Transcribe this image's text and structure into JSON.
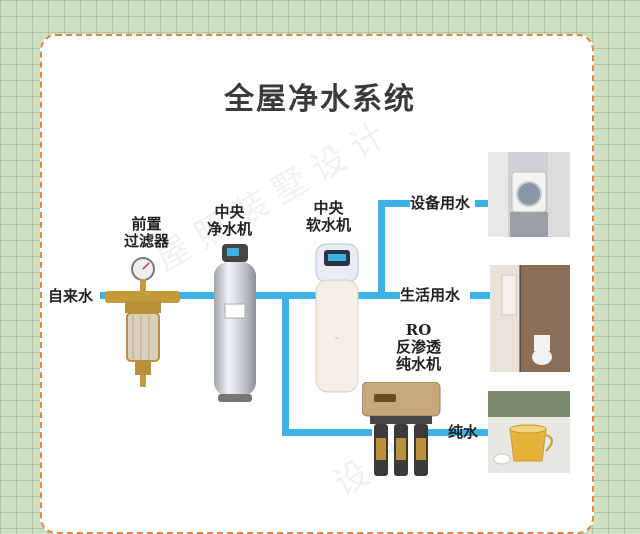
{
  "title": "全屋净水系统",
  "labels": {
    "tap_water": "自来水",
    "prefilter_line1": "前置",
    "prefilter_line2": "过滤器",
    "central_purifier_line1": "中央",
    "central_purifier_line2": "净水机",
    "softener_line1": "中央",
    "softener_line2": "软水机",
    "ro_line1": "RO",
    "ro_line2": "反渗透",
    "ro_line3": "纯水机",
    "appliance_water": "设备用水",
    "domestic_water": "生活用水",
    "pure_water": "纯水"
  },
  "watermark_text": "屋 照 装 墅 设 计",
  "icons": [
    "washing-machine-photo",
    "bathroom-photo",
    "tea-cup-photo",
    "pre-filter-icon",
    "purifier-tank-icon",
    "softener-icon",
    "ro-machine-icon"
  ],
  "colors": {
    "pipe": "#3db2e4",
    "border": "#d98a4a",
    "grid_bg": "#cfe0c2"
  }
}
